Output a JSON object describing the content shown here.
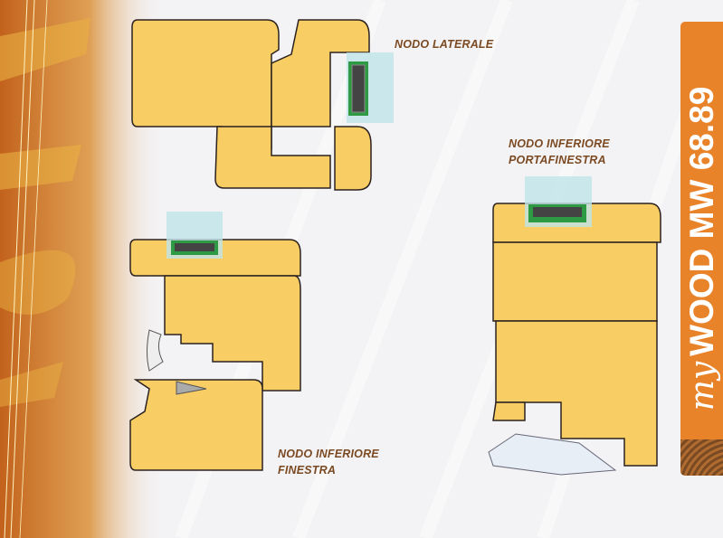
{
  "labels": {
    "nodo_laterale": "NODO LATERALE",
    "nodo_inferiore_portafinestra_line1": "NODO INFERIORE",
    "nodo_inferiore_portafinestra_line2": "PORTAFINESTRA",
    "nodo_inferiore_finestra_line1": "NODO INFERIORE",
    "nodo_inferiore_finestra_line2": "FINESTRA"
  },
  "banner": {
    "prefix": "my",
    "title": "WOOD MW 68.89"
  },
  "colors": {
    "wood": "#f8cd63",
    "outline": "#2b2220",
    "label": "#7b4a22",
    "banner": "#e9832a",
    "glass": "#bfe3ea",
    "gasket": "#2f9a44"
  }
}
